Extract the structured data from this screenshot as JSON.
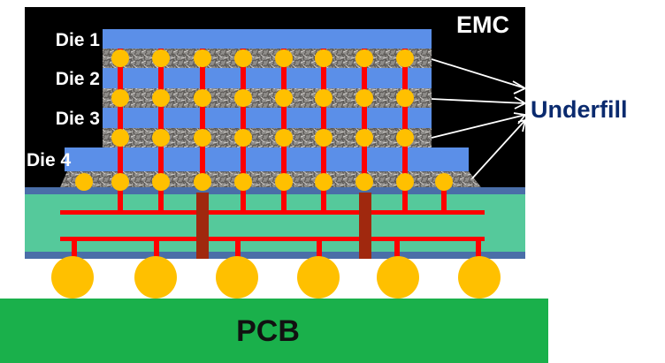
{
  "labels": {
    "emc": "EMC",
    "die1": "Die 1",
    "die2": "Die 2",
    "die3": "Die 3",
    "die4_prefix": "Die ",
    "die4_number": "4",
    "underfill": "Underfill",
    "pcb": "PCB"
  },
  "colors": {
    "emc": "#000000",
    "die": "#5b8fe8",
    "bump": "#ffc000",
    "tsv": "#ff0000",
    "substrate": "#55c99b",
    "substrate_edge": "#4a6ea8",
    "via": "#a0280e",
    "pcb": "#1ab04b",
    "underfill_text": "#0a2a6e",
    "label_white": "#ffffff"
  }
}
